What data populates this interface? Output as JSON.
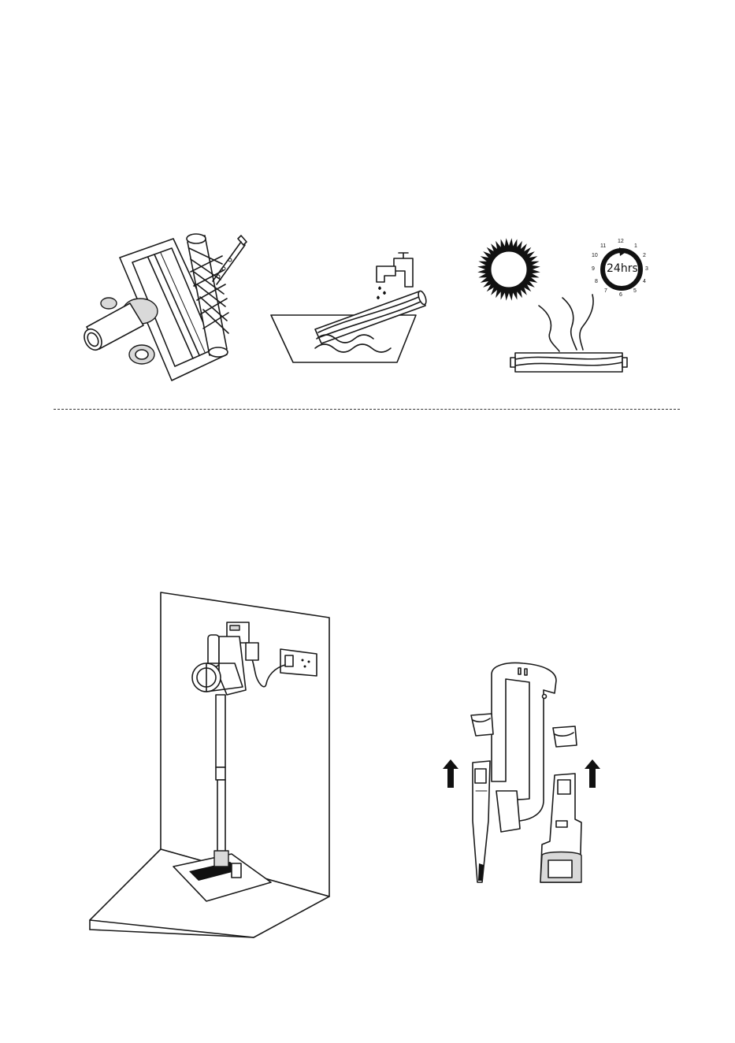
{
  "illustrations": {
    "drying": {
      "clock_label": "24hrs",
      "clock_numbers": [
        "12",
        "1",
        "2",
        "3",
        "4",
        "5",
        "6",
        "7",
        "8",
        "9",
        "10",
        "11"
      ]
    }
  }
}
